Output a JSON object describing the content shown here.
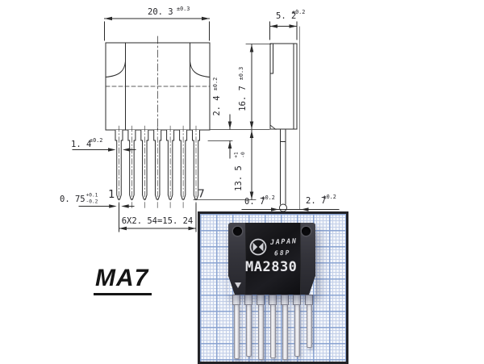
{
  "drawing": {
    "front_view": {
      "overall_width": {
        "value": "20. 3",
        "tol": "±0.3"
      },
      "lead_width": {
        "value": "1. 4",
        "tol": "±0.2"
      },
      "lead_thickness": {
        "value": "0. 75",
        "tol_plus": "+0.1",
        "tol_minus": "-0.2"
      },
      "lead_pitch_total": "6X2. 54=15. 24",
      "pin_first_label": "1",
      "pin_last_label": "7"
    },
    "side_view": {
      "body_thickness": {
        "value": "5. 2",
        "tol": "±0.2"
      },
      "body_height": {
        "value": "16. 7",
        "tol": "±0.3"
      },
      "shoulder_length": {
        "value": "2. 4",
        "tol": "±0.2"
      },
      "lead_length": {
        "value": "13. 5",
        "tol_plus": "+1",
        "tol_minus": "-0"
      },
      "lead_thickness": {
        "value": "0. 7",
        "tol": "±0.2"
      },
      "lead_offset": {
        "value": "2. 7",
        "tol": "±0.2"
      }
    }
  },
  "caption": {
    "package_name": "MA7"
  },
  "photo": {
    "chip_marking": {
      "origin": "JAPAN",
      "lot_code": "68P",
      "part_number": "MA2830"
    }
  },
  "colors": {
    "drawing_line": "#2a2a2a",
    "paper_bg": "#f3f6fb",
    "paper_grid_minor": "#c3cfe8",
    "paper_grid_major": "#8ba4d2",
    "chip_body": "#141417",
    "chip_wing": "#34343b",
    "chip_text": "#d6d6da",
    "photo_border": "#232327"
  }
}
